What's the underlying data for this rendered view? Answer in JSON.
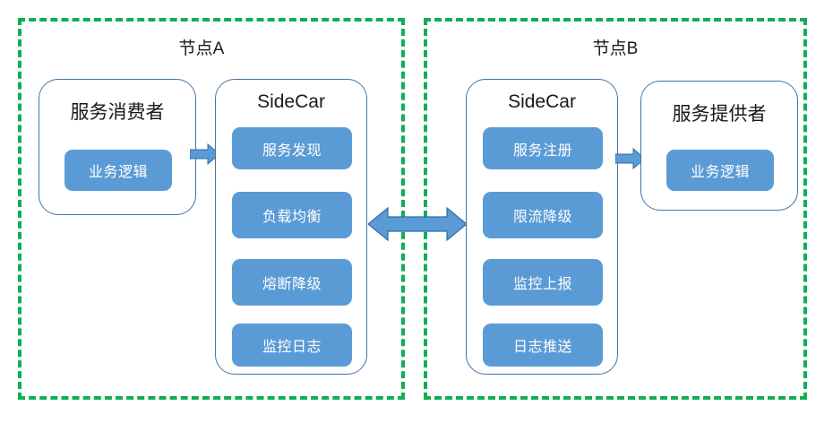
{
  "colors": {
    "node_border_green": "#0FAF53",
    "panel_border_blue": "#4472A8",
    "pill_fill_blue": "#5B9BD5",
    "arrow_fill": "#5B9BD5",
    "arrow_stroke": "#2E6CA4",
    "text_dark": "#1a1a1a",
    "pill_text": "#ffffff",
    "background": "#ffffff"
  },
  "nodes": [
    {
      "id": "node-a",
      "title": "节点A",
      "panels": [
        {
          "id": "service-consumer",
          "title": "服务消费者",
          "pills": [
            "业务逻辑"
          ]
        },
        {
          "id": "sidecar-a",
          "title": "SideCar",
          "pills": [
            "服务发现",
            "负载均衡",
            "熔断降级",
            "监控日志"
          ]
        }
      ]
    },
    {
      "id": "node-b",
      "title": "节点B",
      "panels": [
        {
          "id": "sidecar-b",
          "title": "SideCar",
          "pills": [
            "服务注册",
            "限流降级",
            "监控上报",
            "日志推送"
          ]
        },
        {
          "id": "service-provider",
          "title": "服务提供者",
          "pills": [
            "业务逻辑"
          ]
        }
      ]
    }
  ],
  "arrows": [
    {
      "id": "consumer-to-sidecar-a",
      "direction": "right"
    },
    {
      "id": "sidecar-a-to-sidecar-b",
      "direction": "both"
    },
    {
      "id": "sidecar-b-to-provider",
      "direction": "right"
    }
  ]
}
